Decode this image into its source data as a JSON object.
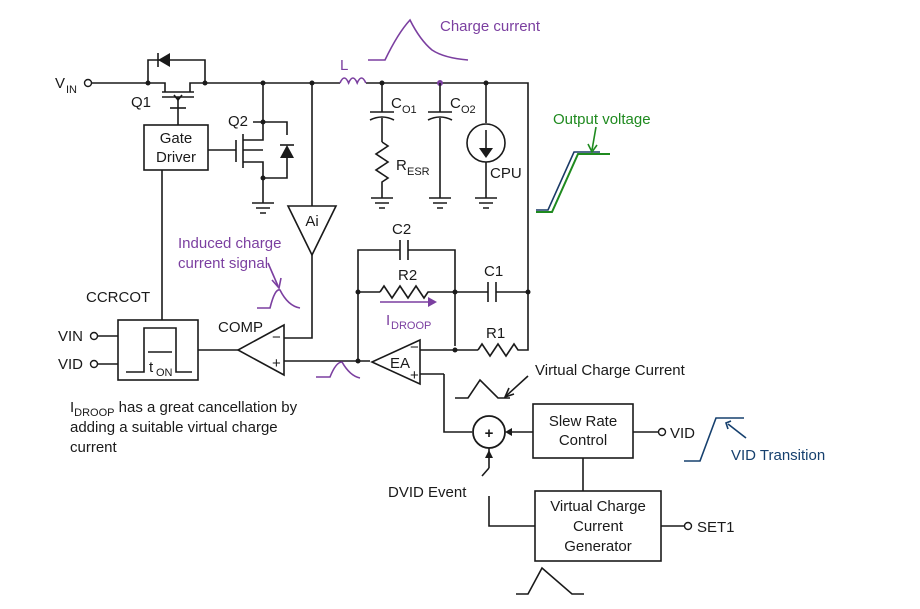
{
  "labels": {
    "vin_top": "V",
    "vin_top_sub": "IN",
    "q1": "Q1",
    "q2": "Q2",
    "gate_driver_1": "Gate",
    "gate_driver_2": "Driver",
    "inductor": "L",
    "charge_current": "Charge current",
    "co1": "C",
    "co1_sub": "O1",
    "co2": "C",
    "co2_sub": "O2",
    "resr": "R",
    "resr_sub": "ESR",
    "cpu": "CPU",
    "output_voltage": "Output voltage",
    "ai": "Ai",
    "induced_1": "Induced charge",
    "induced_2": "current signal",
    "ccrcot": "CCRCOT",
    "vin_left": "VIN",
    "vid_left": "VID",
    "ton": "t",
    "ton_sub": "ON",
    "comp": "COMP",
    "comp_minus": "−",
    "comp_plus": "+",
    "c2": "C2",
    "r2": "R2",
    "c1": "C1",
    "r1": "R1",
    "idroop": "I",
    "idroop_sub": "DROOP",
    "ea": "EA",
    "ea_minus": "−",
    "ea_plus": "+",
    "virtual_charge_current": "Virtual Charge Current",
    "slew_1": "Slew Rate",
    "slew_2": "Control",
    "vid_right": "VID",
    "vid_transition": "VID Transition",
    "sum": "+",
    "dvid_event": "DVID Event",
    "vccg_1": "Virtual Charge",
    "vccg_2": "Current",
    "vccg_3": "Generator",
    "set1": "SET1",
    "note_prefix": "I",
    "note_sub": "DROOP",
    "note_1": " has a great cancellation by",
    "note_2": "adding a suitable virtual charge",
    "note_3": "current"
  },
  "colors": {
    "wire": "#1a1a1a",
    "charge_current": "#7b3fa0",
    "output_voltage": "#1f8a1f",
    "vid_transition": "#16406e"
  }
}
